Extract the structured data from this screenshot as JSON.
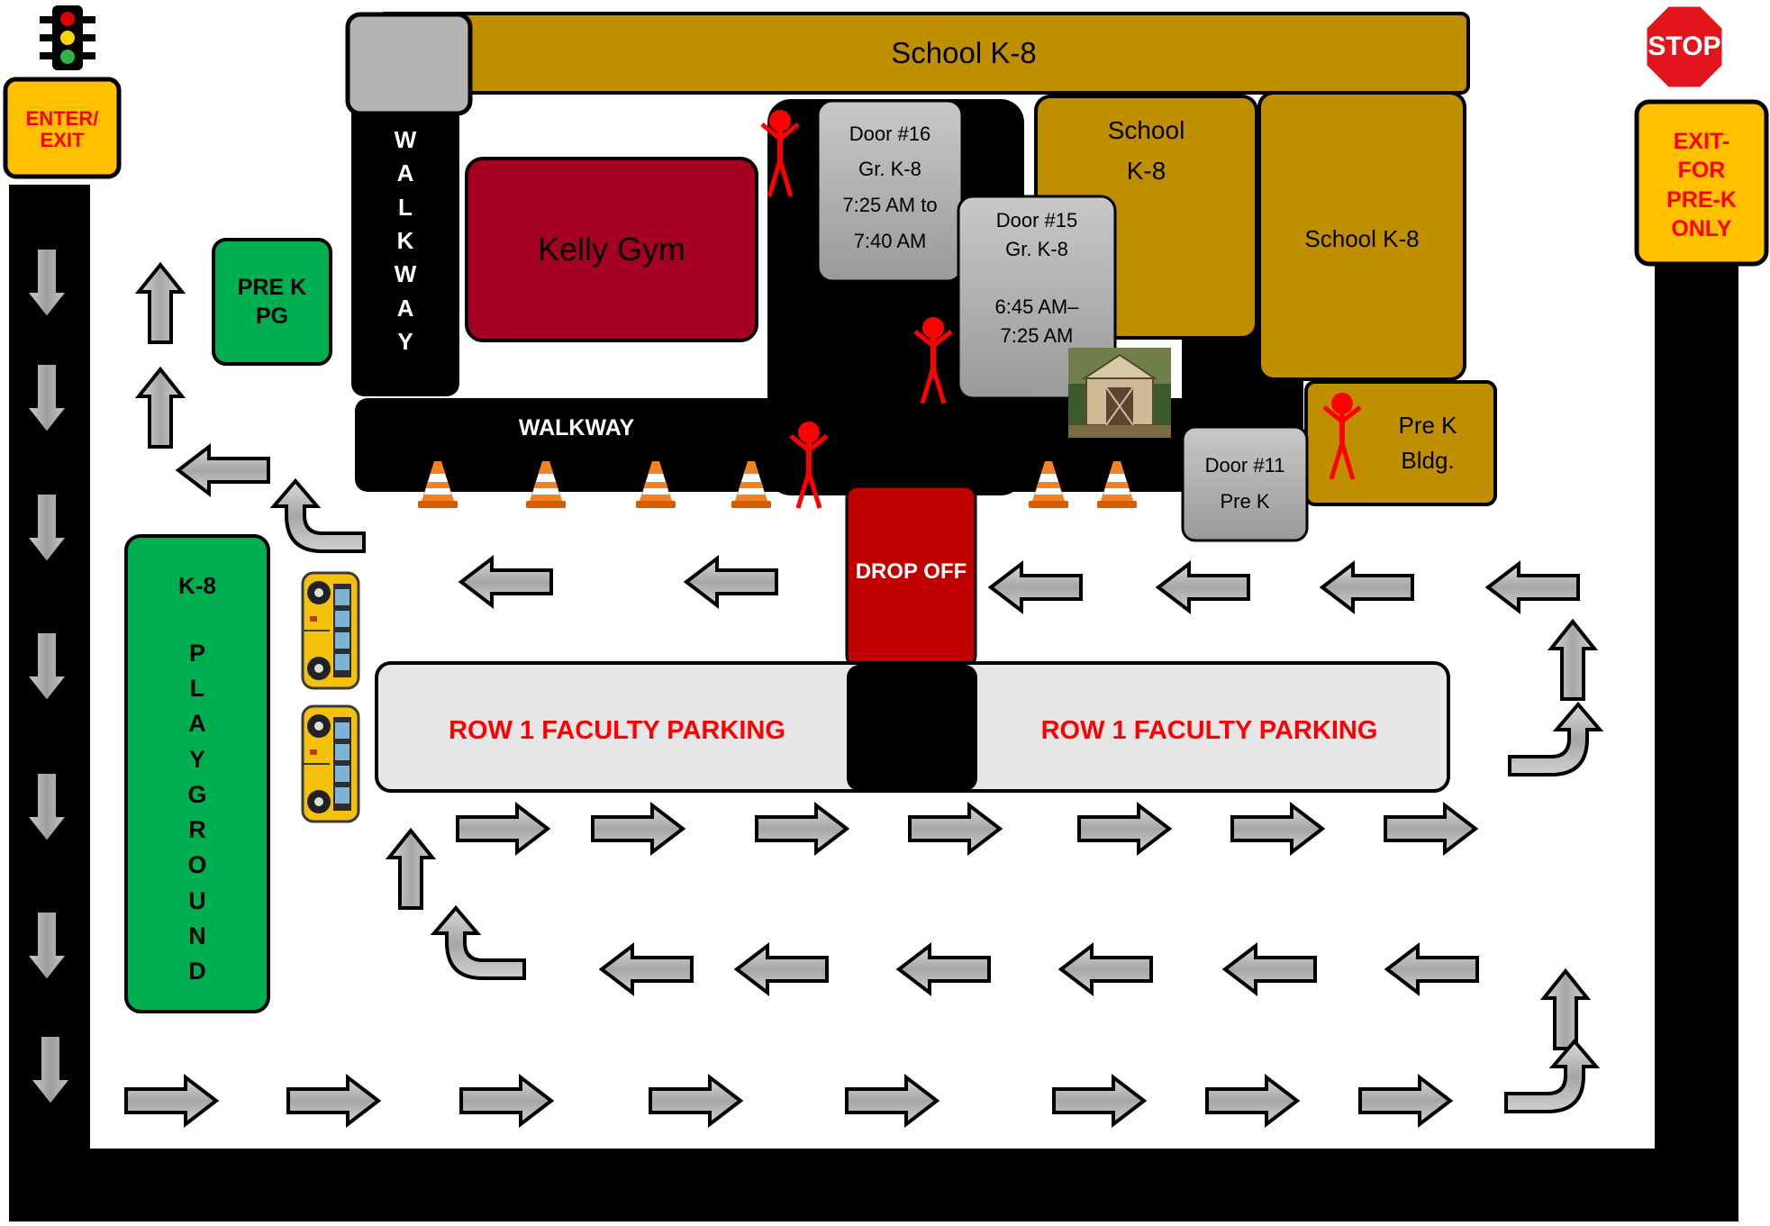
{
  "signs": {
    "enter_exit": "ENTER/\nEXIT",
    "exit_prek": "EXIT-\nFOR\nPRE-K\nONLY",
    "stop": "STOP"
  },
  "buildings": {
    "school_top": "School K-8",
    "school_mid": "School\nK-8",
    "school_right": "School K-8",
    "gym": "Kelly Gym",
    "prek_pg": "PRE K\nPG",
    "prek_bldg": "Pre K\nBldg.",
    "playground_top": "K-8",
    "playground_word": "PLAYGROUND"
  },
  "walkways": {
    "vertical": "WALKWAY",
    "horizontal": "WALKWAY"
  },
  "doors": {
    "door16": "Door #16\nGr. K-8\n7:25 AM to\n7:40 AM",
    "door15": "Door #15\nGr. K-8\n\n6:45 AM–\n7:25 AM",
    "door11": "Door #11\nPre K"
  },
  "zones": {
    "drop_off": "DROP OFF",
    "parking_left": "ROW 1 FACULTY PARKING",
    "parking_right": "ROW 1 FACULTY PARKING"
  },
  "colors": {
    "road": "#000000",
    "school": "#bf8f00",
    "gym": "#a50021",
    "green": "#00b050",
    "drop_off": "#c00000",
    "door_gray": "#b0b0b0",
    "parking_fill": "#e8e8e8",
    "parking_text": "#ff0000",
    "sign_yellow": "#ffc000",
    "sign_text": "#ff0000",
    "stop_red": "#e3151c",
    "staff": "#ff0000",
    "cone": "#f58220"
  },
  "icons": [
    "traffic-light-icon",
    "stop-sign-icon",
    "school-bus-icon",
    "traffic-cone-icon",
    "staff-figure-icon",
    "shed-photo-icon",
    "arrow-left-icon",
    "arrow-right-icon",
    "arrow-up-icon",
    "arrow-down-icon",
    "u-turn-arrow-icon"
  ]
}
